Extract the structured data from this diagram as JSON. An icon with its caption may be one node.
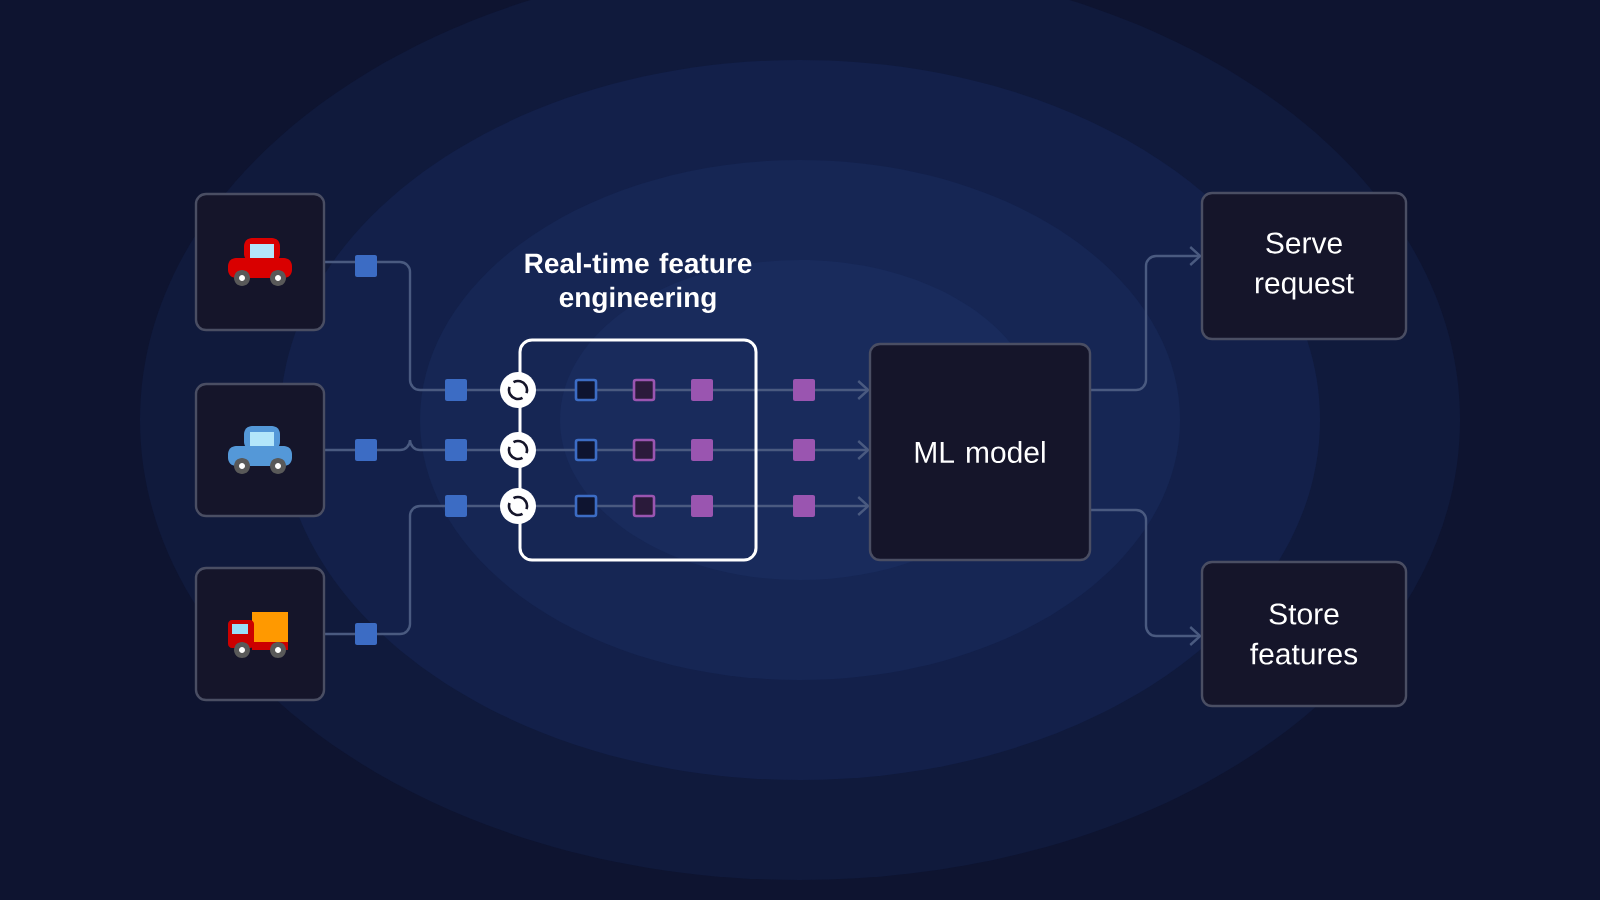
{
  "diagram": {
    "nodes": [
      {
        "text": [],
        "shape": "picture"
      },
      {
        "text": [],
        "shape": "picture"
      },
      {
        "text": [],
        "shape": "picture"
      },
      {
        "text": [
          "Real-time feature engineering"
        ]
      },
      {
        "text": [
          "ML model"
        ]
      },
      {
        "text": [
          "Serve request"
        ]
      },
      {
        "text": [
          "Store features"
        ]
      }
    ],
    "edges": [
      {
        "from": 0,
        "to": 3,
        "arrow": "none"
      },
      {
        "from": 1,
        "to": 3,
        "arrow": "none"
      },
      {
        "from": 2,
        "to": 3,
        "arrow": "none"
      },
      {
        "from": 3,
        "to": 4,
        "arrow": "to"
      },
      {
        "from": 3,
        "to": 4,
        "arrow": "to"
      },
      {
        "from": 3,
        "to": 4,
        "arrow": "to"
      },
      {
        "from": 4,
        "to": 5,
        "arrow": "to"
      },
      {
        "from": 4,
        "to": 6,
        "arrow": "to"
      }
    ]
  }
}
